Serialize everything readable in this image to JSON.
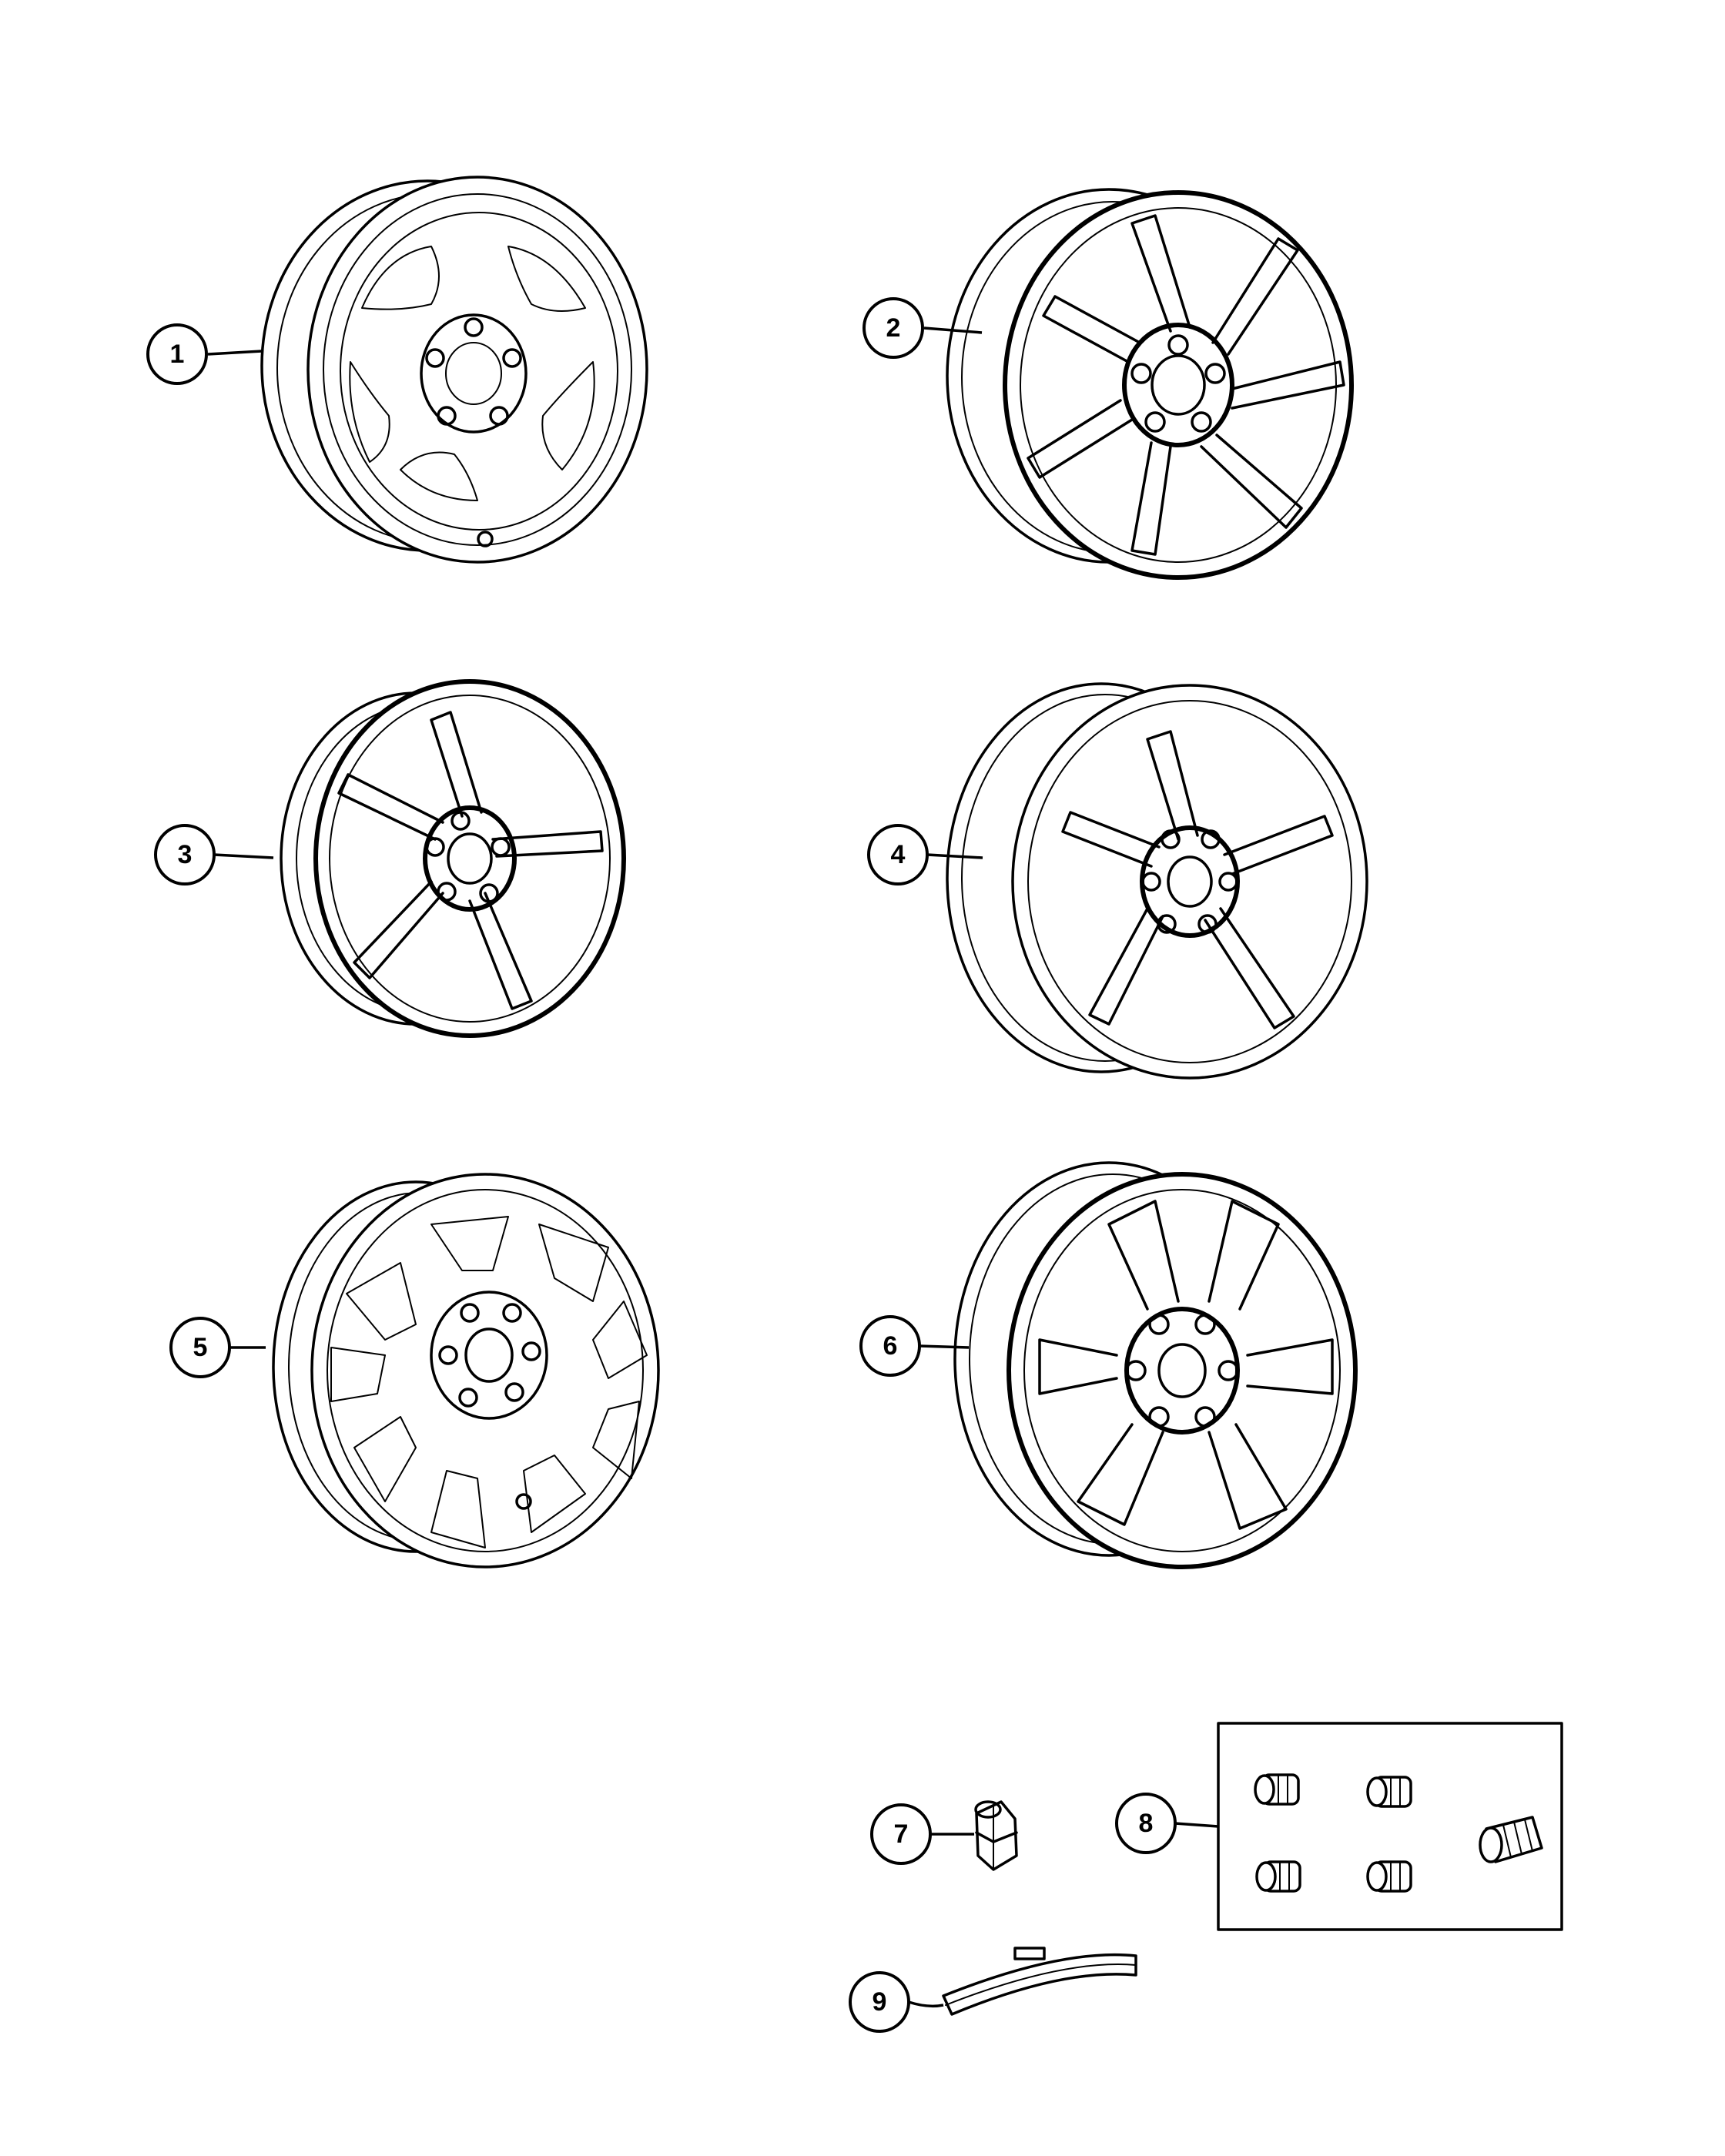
{
  "callouts": [
    {
      "id": "1",
      "label": "1",
      "part": "steel-wheel-5-spoke"
    },
    {
      "id": "2",
      "label": "2",
      "part": "alloy-wheel-split-spoke"
    },
    {
      "id": "3",
      "label": "3",
      "part": "alloy-wheel-double-spoke"
    },
    {
      "id": "4",
      "label": "4",
      "part": "alloy-wheel-5-spoke-v"
    },
    {
      "id": "5",
      "label": "5",
      "part": "alloy-wheel-10-spoke"
    },
    {
      "id": "6",
      "label": "6",
      "part": "alloy-wheel-6-spoke"
    },
    {
      "id": "7",
      "label": "7",
      "part": "lug-nut"
    },
    {
      "id": "8",
      "label": "8",
      "part": "wheel-lock-kit"
    },
    {
      "id": "9",
      "label": "9",
      "part": "wheel-balance-weight"
    }
  ],
  "colors": {
    "line": "#000000",
    "background": "#ffffff"
  }
}
